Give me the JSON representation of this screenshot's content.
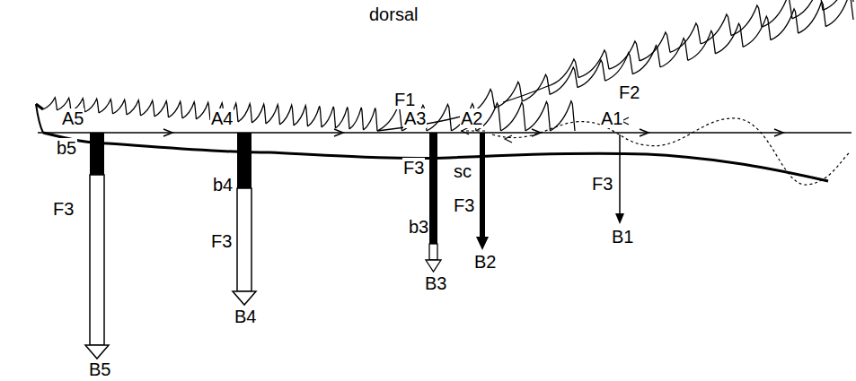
{
  "diagram": {
    "labels": [
      "dorsal",
      "A5",
      "b5",
      "F3",
      "B5",
      "A4",
      "b4",
      "F3",
      "B4",
      "F1",
      "A3",
      "F3",
      "b3",
      "B3",
      "A2",
      "sc",
      "F3",
      "B2",
      "F2",
      "A1",
      "F3",
      "B1"
    ]
  }
}
